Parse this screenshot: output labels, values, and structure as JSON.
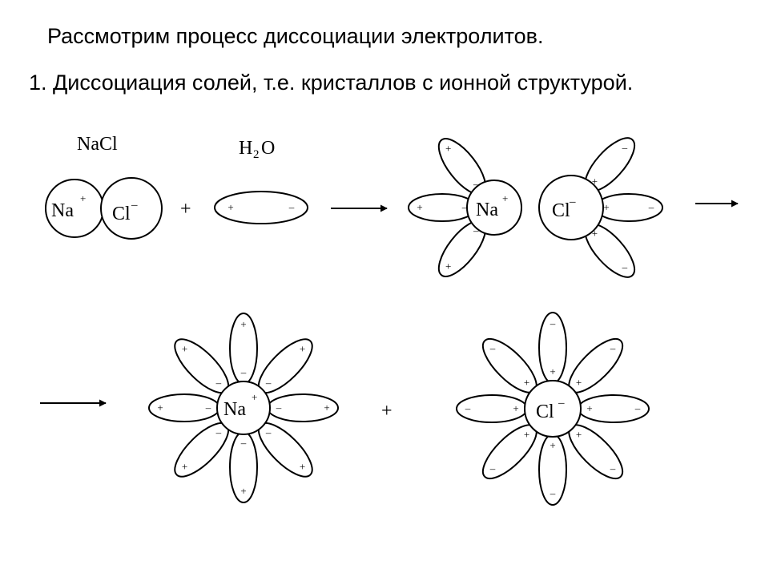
{
  "slide": {
    "line1": "Рассмотрим процесс диссоциации электролитов.",
    "line2": "1. Диссоциация солей, т.е. кристаллов с ионной структурой."
  },
  "labels": {
    "nacl_formula": "NaCl",
    "h2o_h": "H",
    "h2o_sub": "2",
    "h2o_o": "O",
    "na": "Na",
    "cl": "Cl",
    "plus": "+",
    "minus": "–"
  },
  "colors": {
    "ink": "#000000",
    "background": "#ffffff"
  }
}
